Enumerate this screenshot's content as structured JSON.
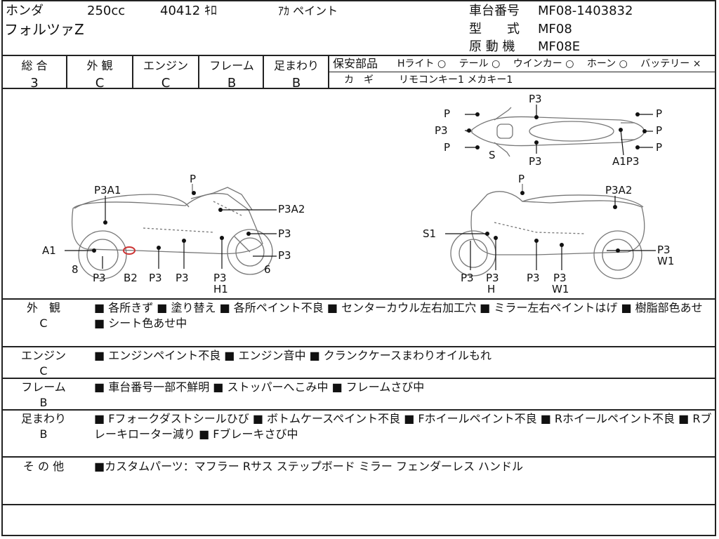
{
  "header": {
    "maker": "ホンダ",
    "displacement": "250cc",
    "mileage": "40412 ｷﾛ",
    "color": "ｱｶ ペイント",
    "model_name": "フォルツァZ",
    "frame_no_label": "車台番号",
    "frame_no": "MF08-1403832",
    "type_label": "型　　式",
    "type_value": "MF08",
    "engine_label": "原 動 機",
    "engine_value": "MF08E"
  },
  "grades": [
    {
      "label": "総 合",
      "value": "3"
    },
    {
      "label": "外 観",
      "value": "C"
    },
    {
      "label": "エンジン",
      "value": "C"
    },
    {
      "label": "フレーム",
      "value": "B"
    },
    {
      "label": "足まわり",
      "value": "B"
    }
  ],
  "safety": {
    "label": "保安部品",
    "items": "Hライト ○　 テール ○　 ウインカー ○　 ホーン ○　 バッテリー ×",
    "key_label": "カ　ギ",
    "key_value": "リモコンキー1 メカキー1"
  },
  "diagram": {
    "top": {
      "p3_top": "P3",
      "p_l1": "P",
      "p3_l": "P3",
      "p_l2": "P",
      "s": "S",
      "p3_bottom": "P3",
      "a1p3": "A1P3",
      "p_r1": "P",
      "p_r2": "P",
      "p_r3": "P"
    },
    "left": {
      "p": "P",
      "p3a1": "P3A1",
      "p3a2": "P3A2",
      "p3_a": "P3",
      "p3_b": "P3",
      "a1": "A1",
      "n8": "8",
      "p3_c": "P3",
      "b2": "B2",
      "p3_d": "P3",
      "p3_e": "P3",
      "p3_f": "P3",
      "h1": "H1",
      "n6": "6"
    },
    "right": {
      "p": "P",
      "p3a2": "P3A2",
      "s1": "S1",
      "p3_a": "P3",
      "w1_a": "W1",
      "p3_b": "P3",
      "p3_c": "P3",
      "h": "H",
      "p3_d": "P3",
      "p3_e": "P3",
      "w1_b": "W1"
    }
  },
  "sections": [
    {
      "label_1": "外　観",
      "label_2": "C",
      "text": "■ 各所きず ■ 塗り替え ■ 各所ペイント不良 ■ センターカウル左右加工穴 ■ ミラー左右ペイントはげ ■ 樹脂部色あせ ■ シート色あせ中"
    },
    {
      "label_1": "エンジン",
      "label_2": "C",
      "text": "■ エンジンペイント不良 ■ エンジン音中 ■ クランクケースまわりオイルもれ"
    },
    {
      "label_1": "フレーム",
      "label_2": "B",
      "text": "■ 車台番号一部不鮮明 ■ ストッパーへこみ中 ■ フレームさび中"
    },
    {
      "label_1": "足まわり",
      "label_2": "B",
      "text": "■ Fフォークダストシールひび ■ ボトムケースペイント不良 ■ Fホイールペイント不良 ■ Rホイールペイント不良 ■ Rブレーキローター減り ■ Fブレーキさび中"
    },
    {
      "label_1": "そ の 他",
      "label_2": "",
      "text": "■カスタムパーツ：マフラー Rサス ステップボード ミラー フェンダーレス ハンドル"
    }
  ]
}
